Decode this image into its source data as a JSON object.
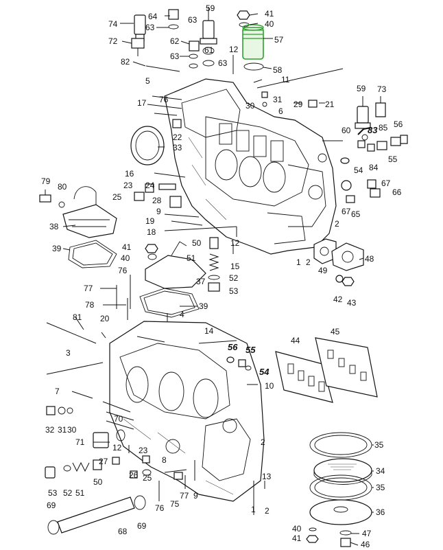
{
  "highlight": {
    "part": "57",
    "color": "#2e9e2e"
  },
  "labels": {
    "l59a": "59",
    "l64": "64",
    "l74": "74",
    "l63a": "63",
    "l41a": "41",
    "l40a": "40",
    "l57": "57",
    "l63b": "63",
    "l62": "62",
    "l72": "72",
    "l12a": "12",
    "l61": "61",
    "l63c": "63",
    "l63d": "63",
    "l82": "82",
    "l58": "58",
    "l11": "11",
    "l5": "5",
    "l31": "31",
    "l76a": "76",
    "l30a": "30",
    "l29": "29",
    "l21": "21",
    "l17": "17",
    "l59b": "59",
    "l73": "73",
    "l6": "6",
    "l60": "60",
    "l83": "83",
    "l85": "85",
    "l56a": "56",
    "l22": "22",
    "l33": "33",
    "l55a": "55",
    "l84": "84",
    "l16": "16",
    "l54a": "54",
    "l23": "23",
    "l24": "24",
    "l67a": "67",
    "l66": "66",
    "l79": "79",
    "l80": "80",
    "l25": "25",
    "l28": "28",
    "l67b": "67",
    "l65": "65",
    "l9a": "9",
    "l2a": "2",
    "l19": "19",
    "l38": "38",
    "l18": "18",
    "l41b": "41",
    "l50a": "50",
    "l12b": "12",
    "l39a": "39",
    "l40b": "40",
    "l51a": "51",
    "l15": "15",
    "l1a": "1",
    "l2b": "2",
    "l49": "49",
    "l48": "48",
    "l76b": "76",
    "l52a": "52",
    "l77a": "77",
    "l37": "37",
    "l53a": "53",
    "l42": "42",
    "l43": "43",
    "l78": "78",
    "l39b": "39",
    "l4": "4",
    "l81": "81",
    "l20": "20",
    "l14": "14",
    "l44": "44",
    "l45": "45",
    "l56b": "56",
    "l55b": "55",
    "l3": "3",
    "l54b": "54",
    "l10": "10",
    "l7": "7",
    "l32": "32",
    "l31b": "31",
    "l30b": "30",
    "l71": "71",
    "l70": "70",
    "l12c": "12",
    "l23b": "23",
    "l27": "27",
    "l26": "26",
    "l25b": "25",
    "l8": "8",
    "l2c": "2",
    "l35a": "35",
    "l34": "34",
    "l53b": "53",
    "l52b": "52",
    "l51b": "51",
    "l50b": "50",
    "l76c": "76",
    "l75": "75",
    "l77b": "77",
    "l9b": "9",
    "l13": "13",
    "l35b": "35",
    "l1b": "1",
    "l2d": "2",
    "l69a": "69",
    "l68": "68",
    "l69b": "69",
    "l36": "36",
    "l40c": "40",
    "l47": "47",
    "l41c": "41",
    "l46": "46"
  }
}
